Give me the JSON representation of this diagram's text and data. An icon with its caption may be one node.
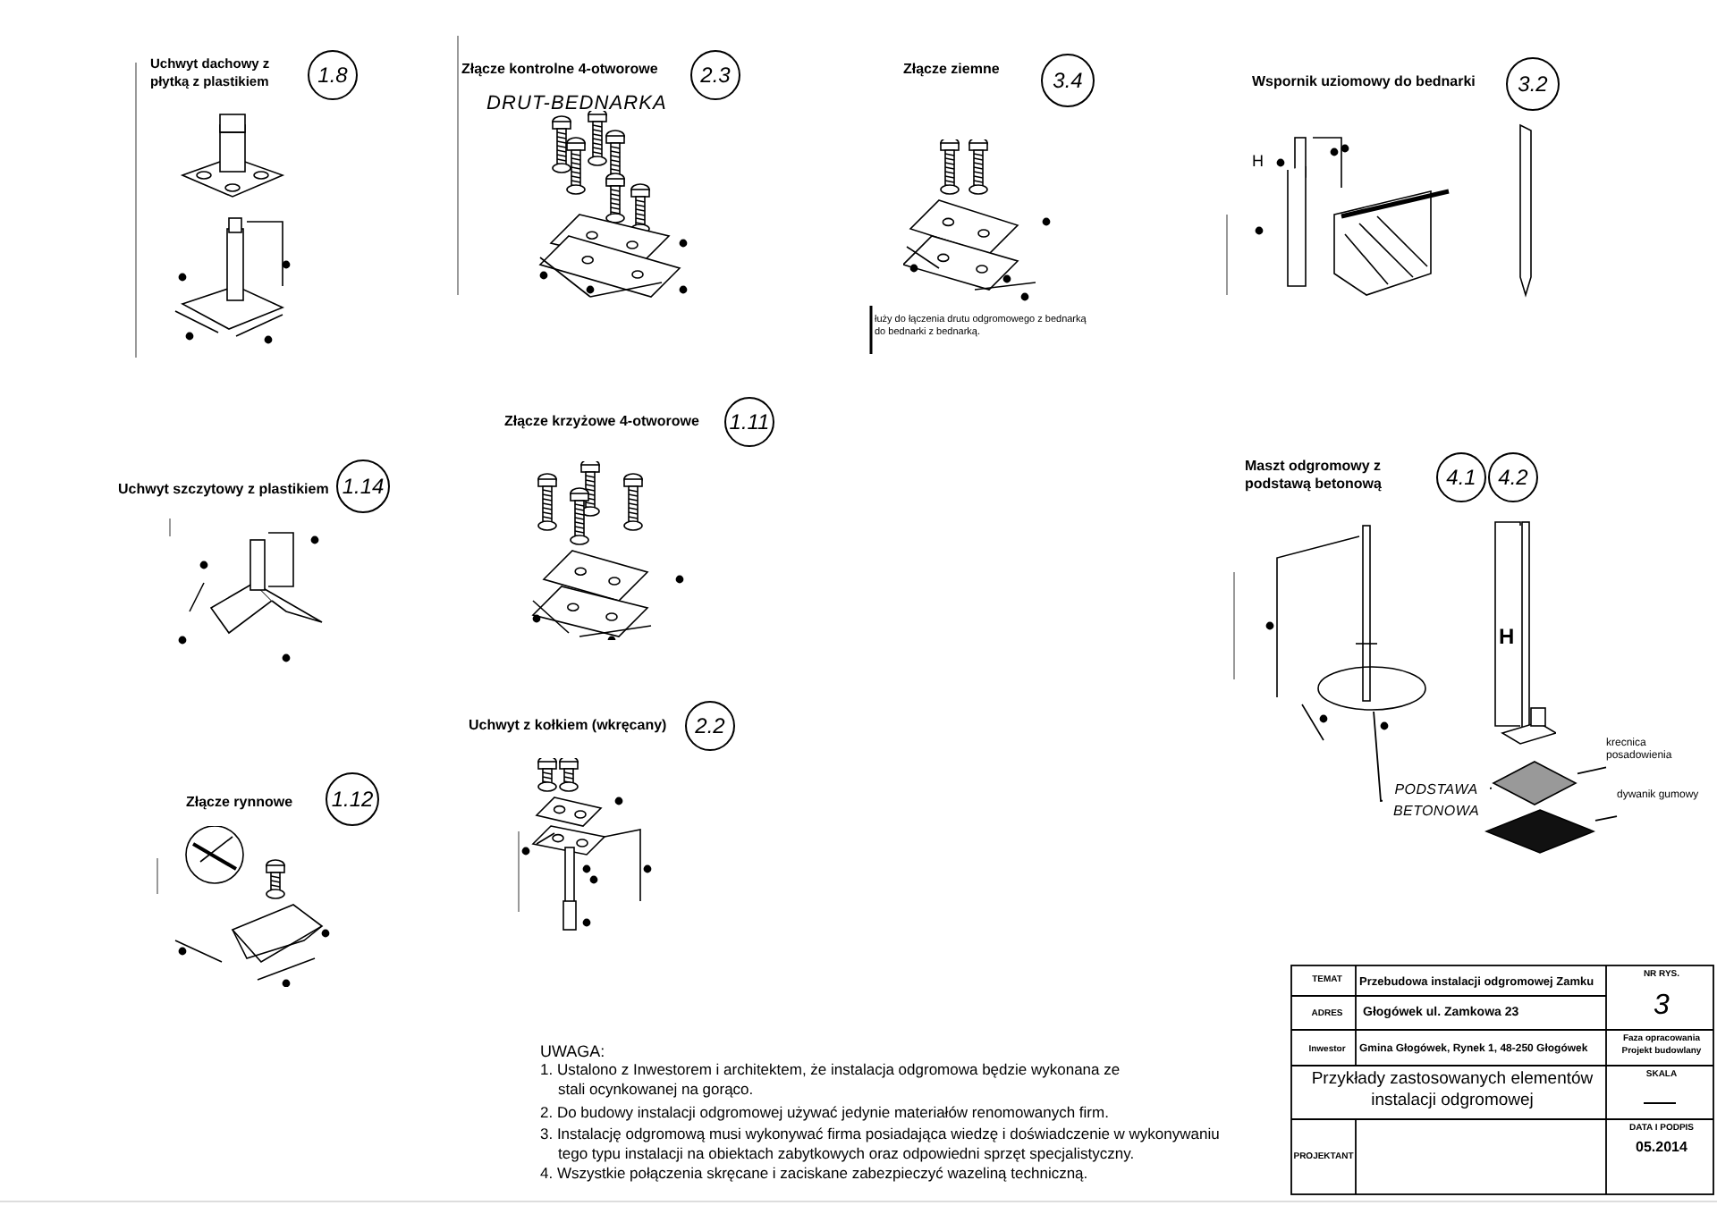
{
  "diagram": {
    "nodes": [
      {
        "text": [
          "1.8"
        ],
        "beside": [
          "Uchwyt dachowy z płytką z plastikiem"
        ]
      },
      {
        "text": [
          "2.3"
        ],
        "beside": [
          "Złącze kontrolne 4-otworowe"
        ]
      },
      {
        "text": [
          "3.4"
        ],
        "beside": [
          "Złącze ziemne"
        ]
      },
      {
        "text": [
          "3.2"
        ],
        "beside": [
          "Wspornik uziomowy do bednarki"
        ]
      },
      {
        "text": [
          "1.11"
        ],
        "beside": [
          "Złącze krzyżowe 4-otworowe"
        ]
      },
      {
        "text": [
          "1.14"
        ],
        "beside": [
          "Uchwyt szczytowy z plastikiem"
        ]
      },
      {
        "text": [
          "4.1"
        ],
        "beside": [
          "Maszt odgromowy z podstawą betonową"
        ]
      },
      {
        "text": [
          "4.2"
        ]
      },
      {
        "text": [
          "2.2"
        ],
        "beside": [
          "Uchwyt z kołkiem (wkręcany)"
        ]
      },
      {
        "text": [
          "1.12"
        ],
        "beside": [
          "Złącze rynnowe"
        ]
      },
      {
        "text": [],
        "shape": "circle"
      },
      {
        "text": [],
        "shape": "diamond"
      },
      {
        "text": [
          "krecnica posadowienia"
        ]
      },
      {
        "text": [
          "dywanik gumowy"
        ]
      },
      {
        "text": [],
        "shape": "diamond"
      }
    ],
    "edges": [
      {
        "from": 10,
        "to": 11,
        "arrow": "none",
        "label": "PODSTAWA BETONOWA"
      },
      {
        "from": 12,
        "to": 11,
        "arrow": "none"
      },
      {
        "from": 13,
        "to": 14,
        "arrow": "none"
      }
    ],
    "labels": [
      "DRUT-BEDNARKA",
      "łuży do łączenia drutu odgromowego z bednarką do bednarki z bednarką.",
      "H",
      "H",
      "TEMAT",
      "Przebudowa instalacji odgromowej Zamku",
      "NR RYS.",
      "3",
      "ADRES",
      "Głogówek ul. Zamkowa 23",
      "Inwestor",
      "Gmina Głogówek, Rynek 1, 48-250 Głogówek",
      "Faza opracowania Projekt budowlany",
      "Przykłady zastosowanych elementów instalacji odgromowej",
      "SKALA",
      "PROJEKTANT",
      "DATA I PODPIS",
      "05.2014",
      "UWAGA:",
      "1. Ustalono z Inwestorem i architektem, że instalacja odgromowa będzie wykonana ze stali ocynkowanej na gorąco.",
      "2. Do budowy instalacji odgromowej używać jedynie materiałów renomowanych firm.",
      "3. Instalację odgromową musi wykonywać firma posiadająca wiedzę i doświadczenie w wykonywaniu tego typu instalacji na obiektach zabytkowych oraz odpowiedni sprzęt specjalistyczny.",
      "4. Wszystkie połączenia skręcane i zaciskane zabezpieczyć wazeliną techniczną."
    ]
  }
}
